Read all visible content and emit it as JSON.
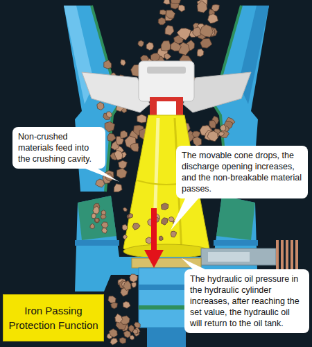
{
  "diagram": {
    "nodes": [
      {
        "text": [
          "Non-crushed materials feed into the crushing cavity."
        ]
      },
      {
        "text": [
          "The movable cone drops, the discharge opening increases, and the non-breakable material passes."
        ]
      },
      {
        "text": [
          "The hydraulic oil pressure in the hydraulic cylinder increases, after reaching the set value, the hydraulic oil will return to the oil tank."
        ]
      },
      {
        "text": [
          "Iron Passing Protection Function"
        ]
      }
    ]
  }
}
